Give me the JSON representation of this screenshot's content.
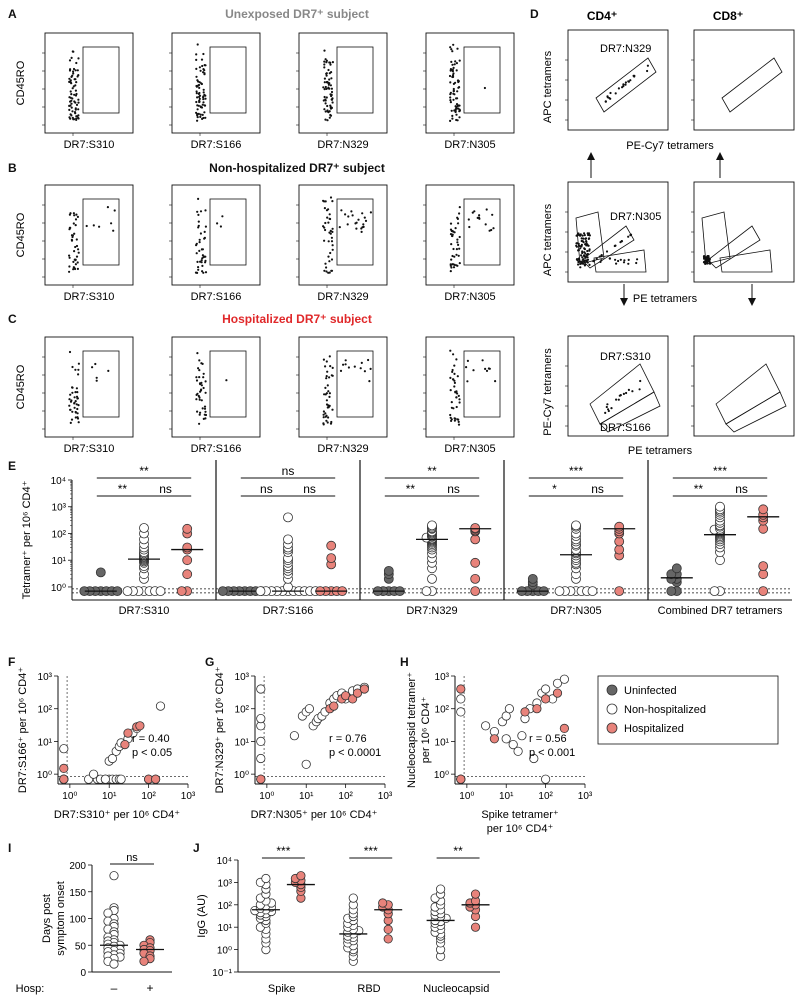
{
  "colors": {
    "uninfected": "#666666",
    "non_hospitalized": "#ffffff",
    "hospitalized": "#e8837b",
    "hospitalized_title": "#e0282a",
    "unexposed_title": "#888888"
  },
  "panel_letters": {
    "A": "A",
    "B": "B",
    "C": "C",
    "D": "D",
    "E": "E",
    "F": "F",
    "G": "G",
    "H": "H",
    "I": "I",
    "J": "J"
  },
  "flow_rows": [
    {
      "title": "Unexposed DR7⁺ subject",
      "ylabel": "CD45RO",
      "xlabels": [
        "DR7:S310",
        "DR7:S166",
        "DR7:N329",
        "DR7:N305"
      ]
    },
    {
      "title": "Non-hospitalized DR7⁺ subject",
      "ylabel": "CD45RO",
      "xlabels": [
        "DR7:S310",
        "DR7:S166",
        "DR7:N329",
        "DR7:N305"
      ]
    },
    {
      "title": "Hospitalized DR7⁺ subject",
      "ylabel": "CD45RO",
      "xlabels": [
        "DR7:S310",
        "DR7:S166",
        "DR7:N329",
        "DR7:N305"
      ]
    }
  ],
  "panel_d": {
    "col_headers": [
      "CD4⁺",
      "CD8⁺"
    ],
    "top_ylabel": "APC tetramers",
    "top_xlabel": "PE-Cy7 tetramers",
    "top_gate": "DR7:N329",
    "mid_ylabel": "APC tetramers",
    "mid_xlabel": "PE tetramers",
    "mid_gate": "DR7:N305",
    "bot_ylabel": "PE-Cy7 tetramers",
    "bot_xlabel": "PE tetramers",
    "bot_gate_upper": "DR7:S310",
    "bot_gate_lower": "DR7:S166"
  },
  "legend": {
    "items": [
      "Uninfected",
      "Non-hospitalized",
      "Hospitalized"
    ]
  },
  "chart_data": [
    {
      "panel": "E",
      "type": "scatter",
      "ylabel": "Tetramer⁺ per 10⁶ CD4⁺",
      "yscale": "log",
      "ylim": [
        0.5,
        10000
      ],
      "yticks": [
        "10⁰",
        "10¹",
        "10²",
        "10³",
        "10⁴"
      ],
      "groups": [
        {
          "name": "DR7:S310",
          "uninfected": [
            0.7,
            0.7,
            0.7,
            0.7,
            0.7,
            0.7,
            0.7,
            3.5
          ],
          "non_hospitalized": [
            0.7,
            0.7,
            0.7,
            0.7,
            0.7,
            0.7,
            0.7,
            2,
            3,
            5,
            6,
            8,
            9,
            10,
            11,
            12,
            13,
            14,
            16,
            18,
            20,
            25,
            30,
            40,
            60,
            100,
            160
          ],
          "hospitalized": [
            0.7,
            0.7,
            3,
            10,
            25,
            30,
            100,
            150
          ],
          "medians": [
            0.7,
            11,
            25
          ],
          "significance": [
            {
              "pair": [
                0,
                1
              ],
              "label": "**"
            },
            {
              "pair": [
                1,
                2
              ],
              "label": "ns"
            },
            {
              "pair": [
                0,
                2
              ],
              "label": "**"
            }
          ]
        },
        {
          "name": "DR7:S166",
          "uninfected": [
            0.7,
            0.7,
            0.7,
            0.7,
            0.7,
            0.7,
            0.7,
            0.7
          ],
          "non_hospitalized": [
            0.7,
            0.7,
            0.7,
            0.7,
            0.7,
            0.7,
            0.7,
            0.7,
            0.7,
            0.7,
            0.7,
            1,
            2,
            3,
            4,
            5,
            6,
            8,
            10,
            12,
            20,
            25,
            30,
            40,
            60,
            400
          ],
          "hospitalized": [
            0.7,
            0.7,
            0.7,
            0.7,
            0.7,
            7,
            12,
            35
          ],
          "medians": [
            0.7,
            0.7,
            0.7
          ],
          "significance": [
            {
              "pair": [
                0,
                1
              ],
              "label": "ns"
            },
            {
              "pair": [
                1,
                2
              ],
              "label": "ns"
            },
            {
              "pair": [
                0,
                2
              ],
              "label": "ns"
            }
          ]
        },
        {
          "name": "DR7:N329",
          "uninfected": [
            0.7,
            0.7,
            0.7,
            0.7,
            0.7,
            2,
            3,
            4
          ],
          "non_hospitalized": [
            0.7,
            0.7,
            2,
            5,
            8,
            12,
            18,
            25,
            30,
            35,
            40,
            45,
            50,
            55,
            60,
            65,
            70,
            75,
            80,
            90,
            100,
            110,
            120,
            150,
            160,
            180,
            200
          ],
          "hospitalized": [
            0.7,
            2,
            8,
            60,
            120,
            130,
            150,
            160
          ],
          "medians": [
            0.7,
            60,
            150
          ],
          "significance": [
            {
              "pair": [
                0,
                1
              ],
              "label": "**"
            },
            {
              "pair": [
                1,
                2
              ],
              "label": "ns"
            },
            {
              "pair": [
                0,
                2
              ],
              "label": "**"
            }
          ]
        },
        {
          "name": "DR7:N305",
          "uninfected": [
            0.7,
            0.7,
            0.7,
            0.7,
            0.7,
            1.2,
            1.5,
            2
          ],
          "non_hospitalized": [
            0.7,
            0.7,
            0.7,
            0.7,
            0.7,
            0.7,
            0.7,
            2,
            3,
            5,
            7,
            8,
            10,
            12,
            15,
            18,
            20,
            25,
            35,
            40,
            50,
            60,
            80,
            100,
            150,
            180,
            200
          ],
          "hospitalized": [
            0.7,
            15,
            25,
            50,
            100,
            120,
            150,
            180
          ],
          "medians": [
            0.7,
            16,
            150
          ],
          "significance": [
            {
              "pair": [
                0,
                1
              ],
              "label": "*"
            },
            {
              "pair": [
                1,
                2
              ],
              "label": "ns"
            },
            {
              "pair": [
                0,
                2
              ],
              "label": "***"
            }
          ]
        },
        {
          "name": "Combined DR7 tetramers",
          "uninfected": [
            0.7,
            0.7,
            1.5,
            2,
            2,
            3,
            3,
            5
          ],
          "non_hospitalized": [
            0.7,
            0.7,
            10,
            20,
            30,
            40,
            50,
            60,
            70,
            80,
            90,
            100,
            110,
            120,
            130,
            140,
            150,
            180,
            200,
            250,
            300,
            400,
            500,
            600,
            700,
            800,
            1000
          ],
          "hospitalized": [
            0.7,
            3,
            6,
            150,
            300,
            400,
            500,
            800
          ],
          "medians": [
            2.2,
            90,
            420
          ],
          "significance": [
            {
              "pair": [
                0,
                1
              ],
              "label": "**"
            },
            {
              "pair": [
                1,
                2
              ],
              "label": "ns"
            },
            {
              "pair": [
                0,
                2
              ],
              "label": "***"
            }
          ]
        }
      ]
    },
    {
      "panel": "F",
      "type": "scatter",
      "xscale": "log",
      "yscale": "log",
      "xlabel": "DR7:S310⁺ per 10⁶ CD4⁺",
      "ylabel": "DR7:S166⁺ per 10⁶ CD4⁺",
      "xticks": [
        "10⁰",
        "10¹",
        "10²",
        "10³"
      ],
      "yticks": [
        "10⁰",
        "10¹",
        "10²",
        "10³"
      ],
      "annotation": [
        "r = 0.40",
        "p < 0.05"
      ],
      "non_hospitalized": [
        [
          0.7,
          0.7
        ],
        [
          0.7,
          6
        ],
        [
          0.7,
          0.7
        ],
        [
          3,
          0.7
        ],
        [
          5,
          0.7
        ],
        [
          6,
          0.7
        ],
        [
          8,
          0.7
        ],
        [
          10,
          0.7
        ],
        [
          12,
          0.7
        ],
        [
          15,
          0.7
        ],
        [
          18,
          0.7
        ],
        [
          20,
          0.7
        ],
        [
          4,
          1
        ],
        [
          10,
          2.5
        ],
        [
          12,
          3
        ],
        [
          15,
          5
        ],
        [
          18,
          7
        ],
        [
          20,
          9
        ],
        [
          30,
          12
        ],
        [
          40,
          18
        ],
        [
          50,
          25
        ],
        [
          100,
          0.7
        ],
        [
          150,
          0.7
        ],
        [
          200,
          120
        ],
        [
          8,
          0.7
        ]
      ],
      "hospitalized": [
        [
          0.7,
          0.7
        ],
        [
          0.7,
          1.5
        ],
        [
          30,
          18
        ],
        [
          50,
          28
        ],
        [
          100,
          0.7
        ],
        [
          150,
          0.7
        ],
        [
          60,
          30
        ],
        [
          25,
          8
        ]
      ],
      "uninfected": [
        [
          0.7,
          0.7
        ]
      ]
    },
    {
      "panel": "G",
      "type": "scatter",
      "xscale": "log",
      "yscale": "log",
      "xlabel": "DR7:N305⁺ per 10⁶ CD4⁺",
      "ylabel": "DR7:N329⁺ per 10⁶ CD4⁺",
      "xticks": [
        "10⁰",
        "10¹",
        "10²",
        "10³"
      ],
      "yticks": [
        "10⁰",
        "10¹",
        "10²",
        "10³"
      ],
      "annotation": [
        "r = 0.76",
        "p < 0.0001"
      ],
      "non_hospitalized": [
        [
          0.7,
          3
        ],
        [
          0.7,
          30
        ],
        [
          0.7,
          50
        ],
        [
          0.7,
          400
        ],
        [
          0.7,
          10
        ],
        [
          5,
          15
        ],
        [
          8,
          60
        ],
        [
          10,
          80
        ],
        [
          12,
          100
        ],
        [
          15,
          30
        ],
        [
          18,
          40
        ],
        [
          20,
          50
        ],
        [
          25,
          60
        ],
        [
          30,
          80
        ],
        [
          40,
          150
        ],
        [
          50,
          200
        ],
        [
          60,
          250
        ],
        [
          80,
          300
        ],
        [
          100,
          200
        ],
        [
          150,
          350
        ],
        [
          200,
          400
        ],
        [
          300,
          450
        ],
        [
          10,
          2
        ]
      ],
      "hospitalized": [
        [
          0.7,
          0.7
        ],
        [
          40,
          100
        ],
        [
          50,
          120
        ],
        [
          80,
          200
        ],
        [
          100,
          250
        ],
        [
          150,
          200
        ],
        [
          200,
          300
        ],
        [
          300,
          400
        ]
      ],
      "uninfected": [
        [
          0.7,
          0.7
        ]
      ]
    },
    {
      "panel": "H",
      "type": "scatter",
      "xscale": "log",
      "yscale": "log",
      "xlabel": "Spike tetramer⁺ per 10⁶ CD4⁺",
      "ylabel": "Nucleocapsid tetramer⁺ per 10⁶ CD4⁺",
      "xticks": [
        "10⁰",
        "10¹",
        "10²",
        "10³"
      ],
      "yticks": [
        "10⁰",
        "10¹",
        "10²",
        "10³"
      ],
      "annotation": [
        "r = 0.56",
        "p < 0.001"
      ],
      "non_hospitalized": [
        [
          0.7,
          200
        ],
        [
          0.7,
          80
        ],
        [
          0.7,
          0.7
        ],
        [
          3,
          30
        ],
        [
          5,
          20
        ],
        [
          8,
          40
        ],
        [
          10,
          60
        ],
        [
          12,
          100
        ],
        [
          15,
          8
        ],
        [
          20,
          5
        ],
        [
          25,
          15
        ],
        [
          30,
          50
        ],
        [
          40,
          100
        ],
        [
          60,
          150
        ],
        [
          80,
          300
        ],
        [
          100,
          400
        ],
        [
          150,
          200
        ],
        [
          200,
          600
        ],
        [
          300,
          800
        ],
        [
          50,
          3
        ],
        [
          100,
          0.7
        ],
        [
          10,
          12
        ]
      ],
      "hospitalized": [
        [
          0.7,
          0.7
        ],
        [
          0.7,
          400
        ],
        [
          5,
          12
        ],
        [
          30,
          80
        ],
        [
          60,
          100
        ],
        [
          100,
          200
        ],
        [
          200,
          300
        ],
        [
          300,
          25
        ]
      ],
      "uninfected": [
        [
          0.7,
          0.7
        ]
      ]
    },
    {
      "panel": "I",
      "type": "scatter",
      "ylabel": "Days post symptom onset",
      "ylim": [
        0,
        200
      ],
      "yticks": [
        "0",
        "50",
        "100",
        "150",
        "200"
      ],
      "xlabel": "Hosp:",
      "categories": [
        "–",
        "+"
      ],
      "significance": "ns",
      "non_hospitalized": [
        180,
        120,
        115,
        110,
        100,
        95,
        90,
        85,
        80,
        75,
        70,
        65,
        60,
        58,
        55,
        52,
        50,
        48,
        45,
        42,
        40,
        38,
        35,
        32,
        30,
        28,
        25,
        20,
        15
      ],
      "hospitalized": [
        60,
        55,
        50,
        45,
        42,
        40,
        35,
        30,
        25,
        20
      ],
      "medians": [
        50,
        42
      ]
    },
    {
      "panel": "J",
      "type": "scatter",
      "ylabel": "IgG (AU)",
      "yscale": "log",
      "yticks": [
        "10⁻¹",
        "10⁰",
        "10¹",
        "10²",
        "10³",
        "10⁴"
      ],
      "groups": [
        {
          "name": "Spike",
          "significance": "***",
          "non_hospitalized": [
            1,
            2,
            3,
            5,
            8,
            10,
            15,
            20,
            25,
            30,
            35,
            40,
            45,
            50,
            55,
            60,
            70,
            80,
            90,
            100,
            120,
            150,
            200,
            300,
            500,
            800,
            1000,
            1500
          ],
          "hospitalized": [
            200,
            400,
            600,
            800,
            1000,
            1200,
            1500,
            2000
          ],
          "medians": [
            60,
            800
          ]
        },
        {
          "name": "RBD",
          "significance": "***",
          "non_hospitalized": [
            0.3,
            0.5,
            0.8,
            1,
            1.2,
            1.5,
            2,
            2.5,
            3,
            3.5,
            4,
            5,
            6,
            7,
            8,
            10,
            12,
            15,
            20,
            25,
            30,
            40,
            60,
            100,
            200
          ],
          "hospitalized": [
            3,
            8,
            20,
            40,
            60,
            80,
            100,
            120
          ],
          "medians": [
            5,
            60
          ]
        },
        {
          "name": "Nucleocapsid",
          "significance": "**",
          "non_hospitalized": [
            0.5,
            1,
            2,
            3,
            4,
            5,
            6,
            8,
            10,
            12,
            15,
            18,
            20,
            25,
            30,
            35,
            40,
            50,
            60,
            80,
            100,
            150,
            200,
            300,
            500
          ],
          "hospitalized": [
            10,
            30,
            60,
            80,
            100,
            120,
            150,
            300
          ],
          "medians": [
            20,
            100
          ]
        }
      ]
    }
  ]
}
